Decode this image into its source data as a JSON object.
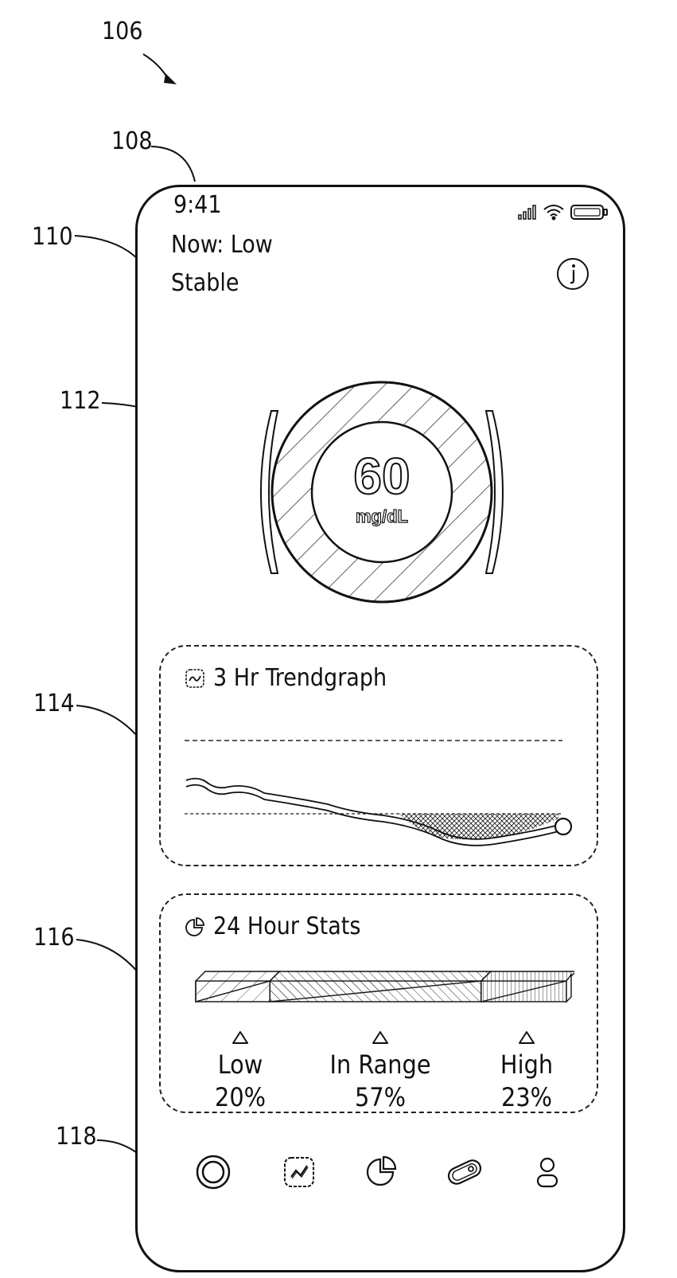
{
  "figure_refs": {
    "figure": "106",
    "device": "108",
    "status": "110",
    "gauge": "112",
    "trend": "114",
    "stats": "116",
    "nav": "118"
  },
  "status_bar": {
    "time": "9:41",
    "signal_icon": "signal-icon",
    "wifi_icon": "wifi-icon",
    "battery_icon": "battery-icon"
  },
  "header": {
    "now_label": "Now: Low",
    "trend_label": "Stable",
    "info_icon": "info-icon"
  },
  "gauge": {
    "value": "60",
    "unit": "mg/dL"
  },
  "trend_card": {
    "icon": "trend-chart-icon",
    "title": "3 Hr Trendgraph"
  },
  "stats_card": {
    "icon": "pie-chart-icon",
    "title": "24 Hour Stats",
    "items": [
      {
        "label": "Low",
        "percent": "20%",
        "fraction": 0.2
      },
      {
        "label": "In Range",
        "percent": "57%",
        "fraction": 0.57
      },
      {
        "label": "High",
        "percent": "23%",
        "fraction": 0.23
      }
    ]
  },
  "bottom_nav": [
    {
      "name": "home-ring-icon"
    },
    {
      "name": "trend-icon"
    },
    {
      "name": "stats-pie-icon"
    },
    {
      "name": "sensor-icon"
    },
    {
      "name": "profile-icon"
    }
  ]
}
